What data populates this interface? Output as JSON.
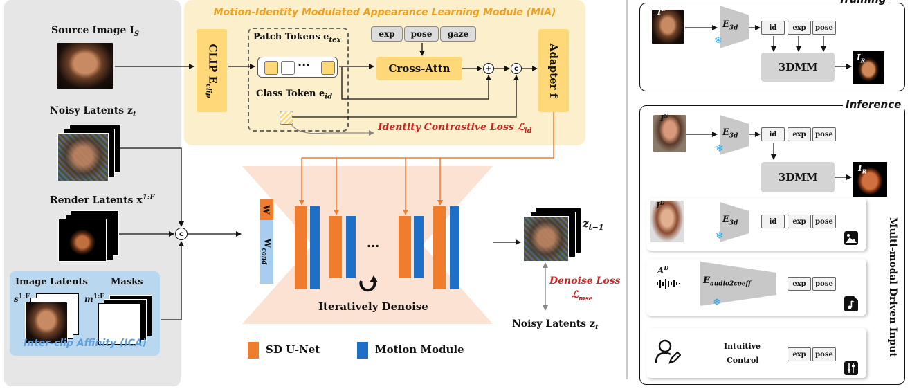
{
  "mia": {
    "title": "Motion-Identity Modulated Appearance Learning Module (MIA)",
    "clip_label": "CLIP E",
    "clip_sub": "clip",
    "patch_tokens": "Patch Tokens e",
    "patch_sub": "tex",
    "class_token": "Class Token e",
    "class_sub": "id",
    "token_dots": "···",
    "cond_exp": "exp",
    "cond_pose": "pose",
    "cond_gaze": "gaze",
    "cross_attn": "Cross-Attn",
    "adapter": "Adapter f",
    "id_loss": "Identity Contrastive Loss ℒ",
    "id_loss_sub": "id",
    "plus": "+",
    "concat": "c"
  },
  "left": {
    "source_image": "Source Image I",
    "source_sub": "S",
    "noisy_latents": "Noisy Latents z",
    "noisy_sub": "t",
    "render_latents": "Render Latents x",
    "render_sup": "1:F",
    "image_latents": "Image Latents",
    "image_latents_sym": "s",
    "image_latents_sup": "1:F",
    "masks": "Masks",
    "masks_sym": "m",
    "masks_sup": "1:F",
    "ica": "Inter-clip Affinity (ICA)",
    "concat": "c"
  },
  "unet": {
    "w_label": "W",
    "w_cond": "W",
    "w_cond_sub": "cond",
    "dots": "...",
    "iter": "Iteratively Denoise",
    "output_label": "z",
    "output_sub": "t−1",
    "denoise_loss": "Denoise Loss",
    "denoise_loss_sym": "ℒ",
    "denoise_loss_sub": "mse",
    "noisy_latents": "Noisy Latents z",
    "noisy_sub": "t",
    "legend_sd": "SD U-Net",
    "legend_motion": "Motion Module",
    "colors": {
      "sd": "#ef7d2d",
      "motion": "#1f6fc6",
      "w_cond": "#a9cdee"
    }
  },
  "training": {
    "title": "Training",
    "input_sym": "I",
    "input_sup": "D",
    "encoder": "E",
    "encoder_sub": "3d",
    "id": "id",
    "exp": "exp",
    "pose": "pose",
    "model": "3DMM",
    "out_sym": "I",
    "out_sub": "R"
  },
  "inference": {
    "title": "Inference",
    "src_sym": "I",
    "src_sup": "S",
    "encoder": "E",
    "encoder_sub": "3d",
    "id": "id",
    "exp": "exp",
    "pose": "pose",
    "model": "3DMM",
    "out_sym": "I",
    "out_sub": "R",
    "drv_sym": "I",
    "drv_sup": "D",
    "audio_sym": "A",
    "audio_sup": "D",
    "audio_encoder": "E",
    "audio_encoder_sub": "audio2coeff",
    "intuitive": "Intuitive",
    "control": "Control",
    "multimodal": "Multi-modal Driven Input"
  },
  "icons": [
    "snowflake-icon",
    "image-icon",
    "music-file-icon",
    "sliders-icon",
    "user-edit-icon",
    "waveform-icon",
    "loop-arrow-icon"
  ]
}
